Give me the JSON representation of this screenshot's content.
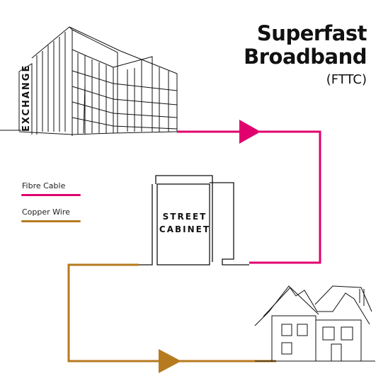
{
  "header": {
    "title_line1": "Superfast",
    "title_line2": "Broadband",
    "subtitle": "(FTTC)"
  },
  "legend": {
    "fibre_label": "Fibre Cable",
    "copper_label": "Copper Wire"
  },
  "nodes": {
    "exchange_label": "EXCHANGE",
    "cabinet_line1": "STREET",
    "cabinet_line2": "CABINET"
  },
  "colors": {
    "fibre": "#e0006e",
    "copper": "#b67a1f",
    "outline": "#111111"
  },
  "icons": [
    "exchange-building-icon",
    "street-cabinet-icon",
    "house-icon",
    "arrow-right-icon"
  ]
}
